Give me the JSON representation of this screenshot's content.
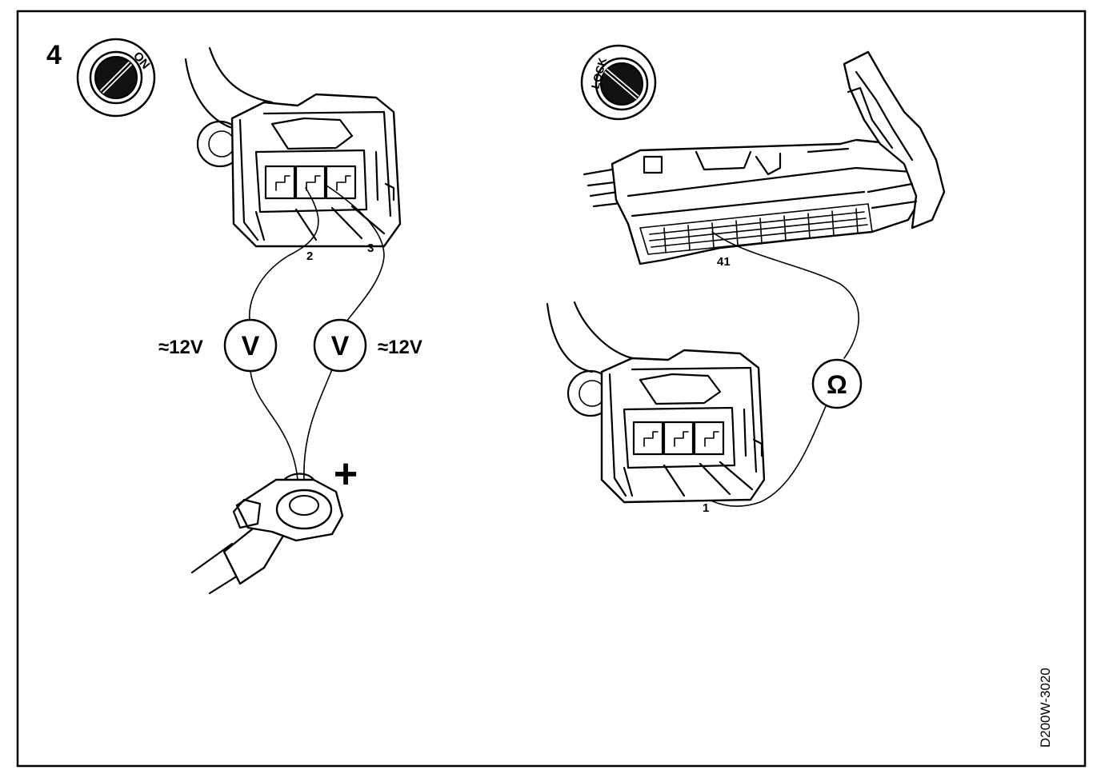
{
  "figure": {
    "step_number": "4",
    "reference_code": "D200W-3020",
    "left_panel": {
      "ignition_switch_label": "ON",
      "pin_labels": [
        "2",
        "3"
      ],
      "meter_symbol": "V",
      "voltage_reading_left": "≈12V",
      "voltage_reading_right": "≈12V",
      "polarity_symbol": "+"
    },
    "right_panel": {
      "ignition_switch_label": "LOCK",
      "ecu_pin_label": "41",
      "connector_pin_label": "1",
      "meter_symbol": "Ω"
    }
  }
}
